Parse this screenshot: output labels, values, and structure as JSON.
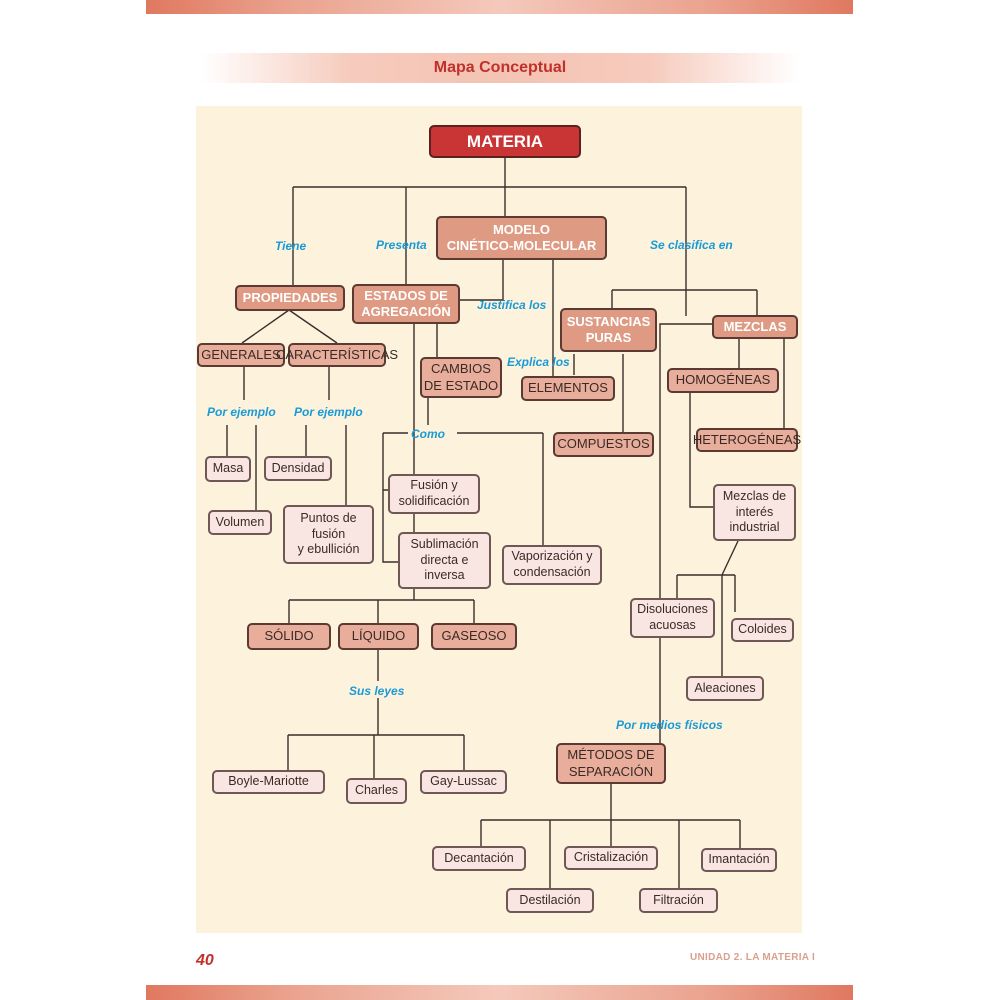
{
  "header": {
    "title": "Mapa Conceptual"
  },
  "footer": {
    "page_number": "40",
    "unit": "UNIDAD 2. LA MATERIA I"
  },
  "nodes": {
    "materia": "MATERIA",
    "modelo": "MODELO\nCINÉTICO-MOLECULAR",
    "propiedades": "PROPIEDADES",
    "estados": "ESTADOS DE\nAGREGACIÓN",
    "sustancias": "SUSTANCIAS\nPURAS",
    "mezclas": "MEZCLAS",
    "generales": "GENERALES",
    "caracteristicas": "CARACTERÍSTICAS",
    "cambios": "CAMBIOS\nDE ESTADO",
    "elementos": "ELEMENTOS",
    "compuestos": "COMPUESTOS",
    "homogeneas": "HOMOGÉNEAS",
    "heterogeneas": "HETEROGÉNEAS",
    "masa": "Masa",
    "volumen": "Volumen",
    "densidad": "Densidad",
    "puntos": "Puntos de\nfusión\ny ebullición",
    "fusion": "Fusión y\nsolidificación",
    "sublimacion": "Sublimación\ndirecta e\ninversa",
    "vaporizacion": "Vaporización y\ncondensación",
    "mezclas_ind": "Mezclas de\ninterés\nindustrial",
    "disoluciones": "Disoluciones\nacuosas",
    "coloides": "Coloides",
    "aleaciones": "Aleaciones",
    "solido": "SÓLIDO",
    "liquido": "LÍQUIDO",
    "gaseoso": "GASEOSO",
    "boyle": "Boyle-Mariotte",
    "charles": "Charles",
    "gaylussac": "Gay-Lussac",
    "metodos": "MÉTODOS DE\nSEPARACIÓN",
    "decantacion": "Decantación",
    "destilacion": "Destilación",
    "cristalizacion": "Cristalización",
    "filtracion": "Filtración",
    "imantacion": "Imantación"
  },
  "labels": {
    "tiene": "Tiene",
    "presenta": "Presenta",
    "se_clasifica": "Se clasifica en",
    "justifica": "Justifica los",
    "explica": "Explica los",
    "por_ejemplo_1": "Por ejemplo",
    "por_ejemplo_2": "Por ejemplo",
    "como": "Como",
    "sus_leyes": "Sus leyes",
    "por_medios": "Por medios físicos"
  },
  "colors": {
    "title_red": "#c0312b",
    "root_fill": "#c93535",
    "node_fill": "#de9a83",
    "leaf_fill": "#f9e6e2",
    "label_blue": "#1a9ad6",
    "panel_bg": "#fdf3dd"
  }
}
